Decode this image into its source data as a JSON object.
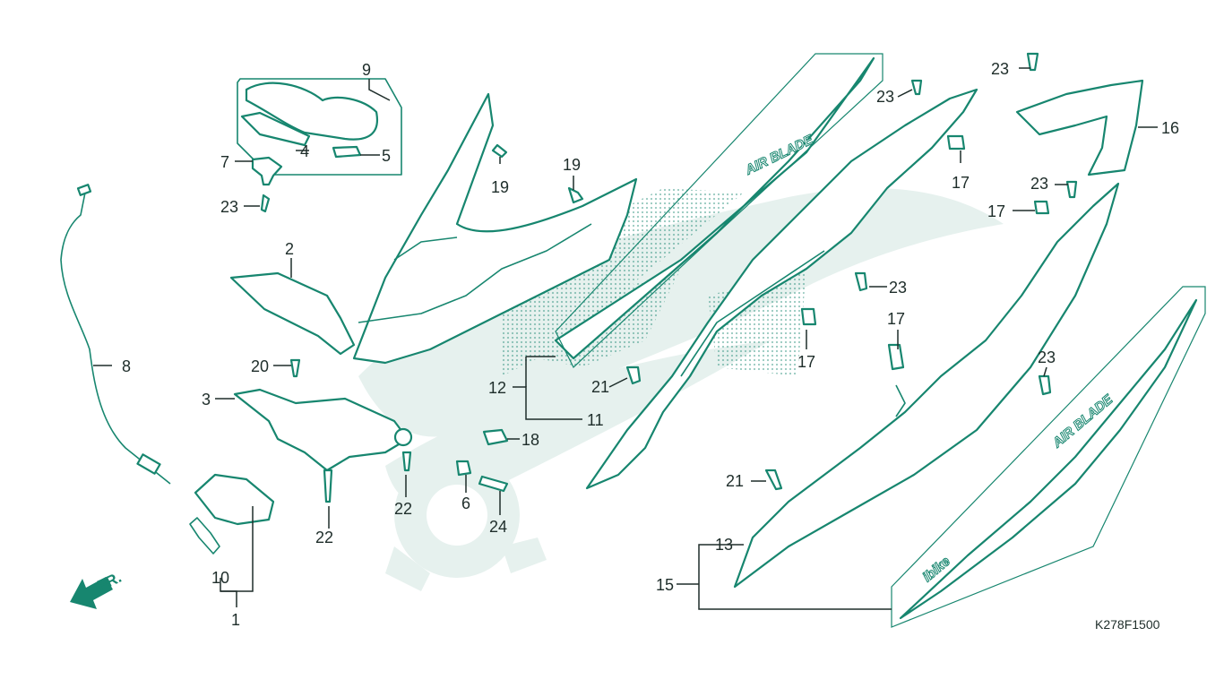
{
  "diagram": {
    "drawing_code": "K278F1500",
    "direction_label": "FR.",
    "decal_text_upper": "AIR BLADE",
    "decal_text_lower": "ibike",
    "decal_text_stripe": "AIR BLADE",
    "callouts": [
      {
        "id": "c1",
        "label": "1"
      },
      {
        "id": "c2",
        "label": "2"
      },
      {
        "id": "c3",
        "label": "3"
      },
      {
        "id": "c4",
        "label": "4"
      },
      {
        "id": "c5",
        "label": "5"
      },
      {
        "id": "c6",
        "label": "6"
      },
      {
        "id": "c7",
        "label": "7"
      },
      {
        "id": "c8",
        "label": "8"
      },
      {
        "id": "c9",
        "label": "9"
      },
      {
        "id": "c10",
        "label": "10"
      },
      {
        "id": "c11",
        "label": "11"
      },
      {
        "id": "c12",
        "label": "12"
      },
      {
        "id": "c13",
        "label": "13"
      },
      {
        "id": "c15",
        "label": "15"
      },
      {
        "id": "c16",
        "label": "16"
      },
      {
        "id": "c17a",
        "label": "17"
      },
      {
        "id": "c17b",
        "label": "17"
      },
      {
        "id": "c17c",
        "label": "17"
      },
      {
        "id": "c17d",
        "label": "17"
      },
      {
        "id": "c18",
        "label": "18"
      },
      {
        "id": "c19a",
        "label": "19"
      },
      {
        "id": "c19b",
        "label": "19"
      },
      {
        "id": "c20",
        "label": "20"
      },
      {
        "id": "c21a",
        "label": "21"
      },
      {
        "id": "c21b",
        "label": "21"
      },
      {
        "id": "c22a",
        "label": "22"
      },
      {
        "id": "c22b",
        "label": "22"
      },
      {
        "id": "c23a",
        "label": "23"
      },
      {
        "id": "c23b",
        "label": "23"
      },
      {
        "id": "c23c",
        "label": "23"
      },
      {
        "id": "c23d",
        "label": "23"
      },
      {
        "id": "c23e",
        "label": "23"
      },
      {
        "id": "c23f",
        "label": "23"
      },
      {
        "id": "c24",
        "label": "24"
      }
    ]
  },
  "colors": {
    "line": "#17866f",
    "text": "#1e2d2a",
    "watermark": "#e6f1ee",
    "background": "#ffffff"
  }
}
